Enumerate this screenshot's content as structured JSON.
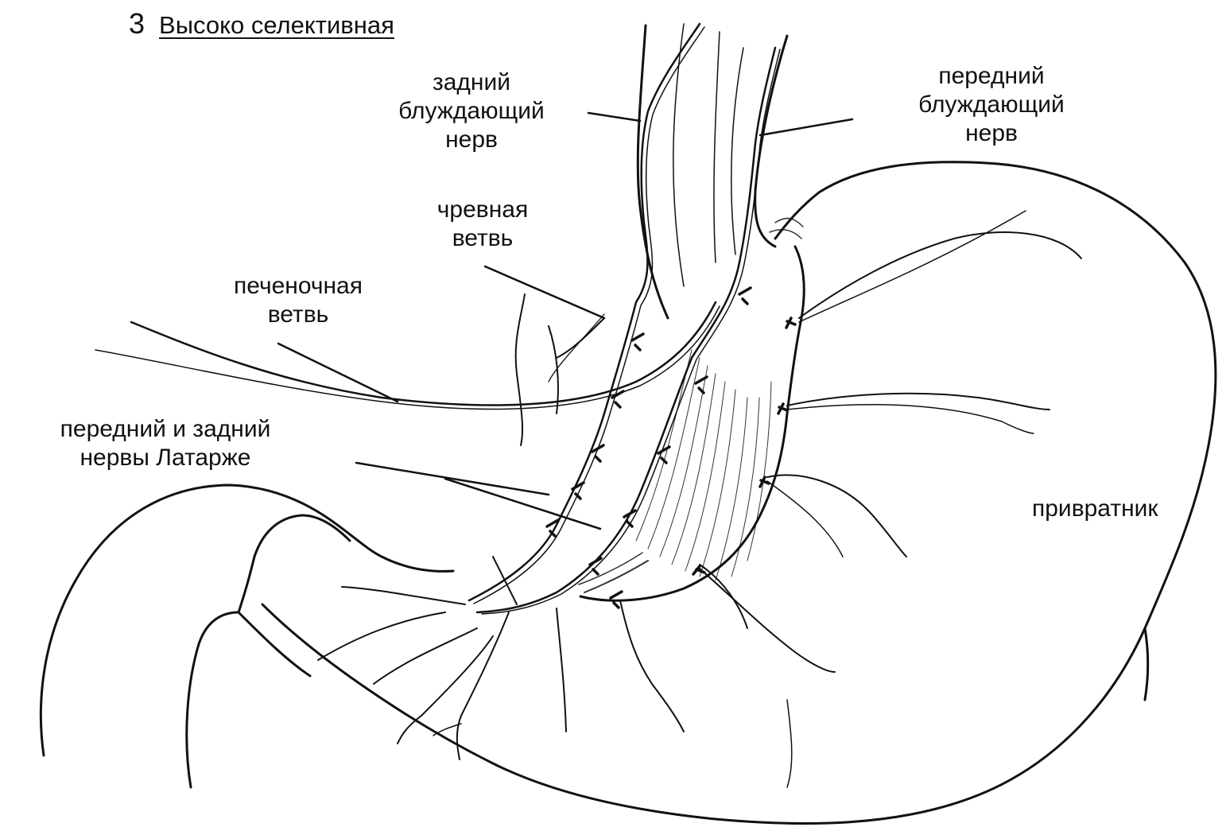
{
  "title": {
    "number": "3",
    "text": "Высоко селективная"
  },
  "labels": {
    "posterior_vagus": [
      "задний",
      "блуждающий",
      "нерв"
    ],
    "anterior_vagus": [
      "передний",
      "блуждающий",
      "нерв"
    ],
    "celiac_branch": [
      "чревная",
      "ветвь"
    ],
    "hepatic_branch": [
      "печеночная",
      "ветвь"
    ],
    "latarjet_nerves": [
      "передний и задний",
      "нервы Латарже"
    ],
    "pylorus": "привратник"
  },
  "colors": {
    "ink": "#111111",
    "background": "#ffffff"
  }
}
